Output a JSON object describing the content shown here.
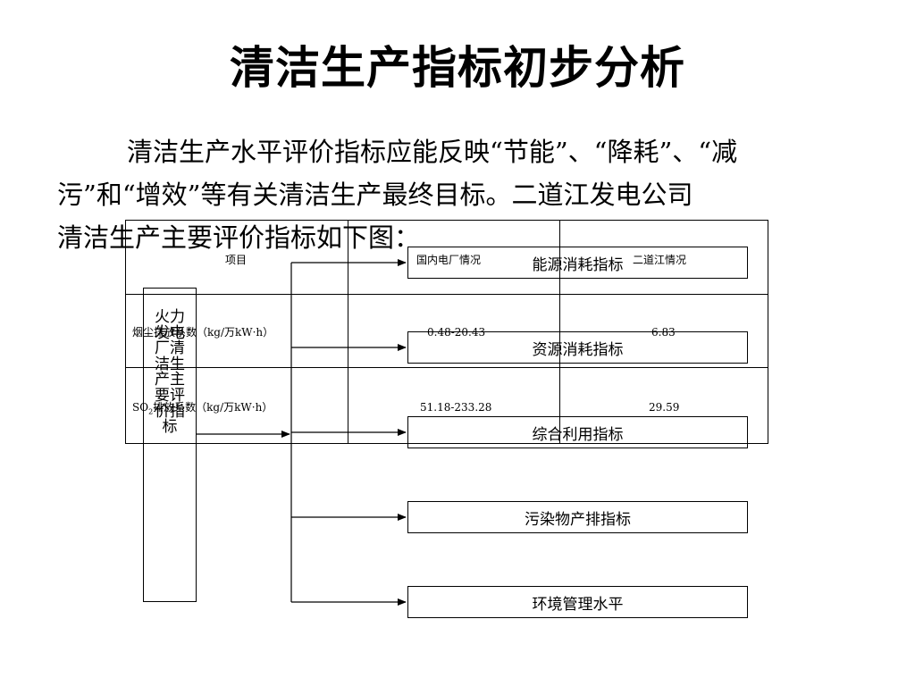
{
  "slide": {
    "title": "清洁生产指标初步分析",
    "paragraph_lines": [
      "清洁生产水平评价指标应能反映“节能”、“降耗”、“减",
      "污”和“增效”等有关清洁生产最终目标。二道江发电公司",
      "清洁生产主要评价指标如下图："
    ]
  },
  "table": {
    "headers": [
      "项目",
      "国内电厂情况",
      "二道江情况"
    ],
    "rows": [
      {
        "item": "烟尘排放系数（kg/万kW·h）",
        "domestic": "0.48-20.43",
        "erdaojiang": "6.83"
      },
      {
        "item_prefix": "SO",
        "item_sub": "2",
        "item_suffix": "排放系数（kg/万kW·h）",
        "domestic": "51.18-233.28",
        "erdaojiang": "29.59"
      }
    ]
  },
  "diagram": {
    "root_label": "火力发电厂清洁生产主要评价指标",
    "children": [
      "能源消耗指标",
      "资源消耗指标",
      "综合利用指标",
      "污染物产排指标",
      "环境管理水平"
    ]
  }
}
